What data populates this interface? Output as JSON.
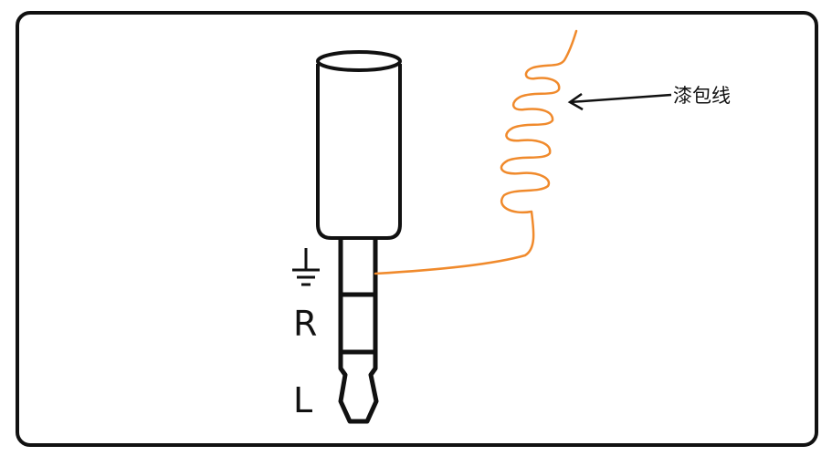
{
  "diagram": {
    "pin_labels": {
      "right": "R",
      "left": "L"
    },
    "wire_label": "漆包线",
    "colors": {
      "outline": "#111111",
      "wire": "#f08a2c",
      "background": "#ffffff"
    },
    "icons": {
      "ground": "ground-symbol-icon",
      "arrow": "arrow-left-icon"
    }
  }
}
